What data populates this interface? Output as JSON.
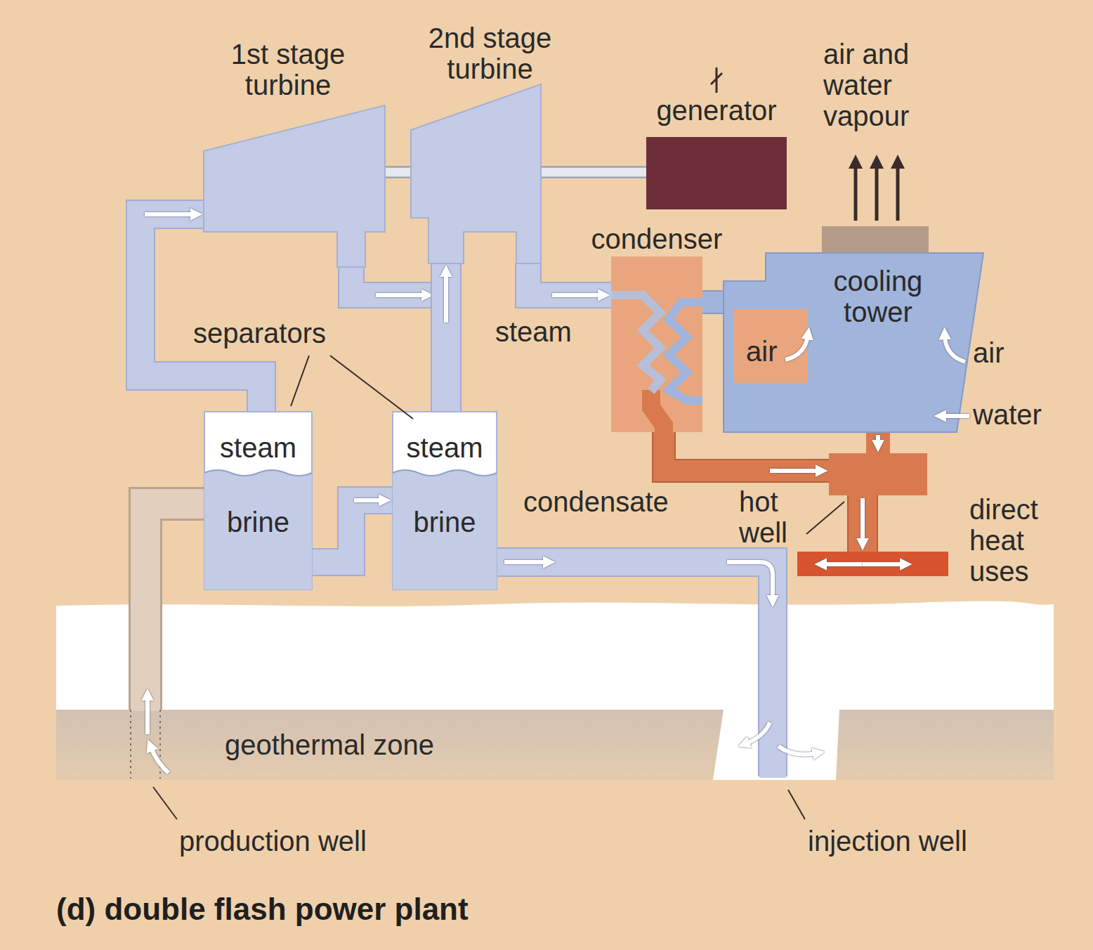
{
  "diagram": {
    "caption": "(d) double flash power plant",
    "nodes": [
      {
        "text": [
          "1st stage turbine"
        ]
      },
      {
        "text": [
          "2nd stage turbine"
        ]
      },
      {
        "text": [
          "generator"
        ]
      },
      {
        "text": [
          "condenser"
        ]
      },
      {
        "text": [
          "cooling tower"
        ]
      },
      {
        "text": [
          "steam",
          "brine"
        ]
      },
      {
        "text": [
          "steam",
          "brine"
        ]
      },
      {
        "text": [
          "hot well"
        ]
      },
      {
        "text": [
          "direct heat uses"
        ]
      }
    ],
    "edges": [
      {
        "from": 5,
        "to": 0,
        "arrow": "to"
      },
      {
        "from": 0,
        "to": 1,
        "arrow": "to"
      },
      {
        "from": 6,
        "to": 1,
        "arrow": "to"
      },
      {
        "from": 5,
        "to": 6,
        "arrow": "to"
      },
      {
        "from": 1,
        "to": 3,
        "label": "steam",
        "arrow": "to"
      },
      {
        "from": 3,
        "to": 7,
        "label": "condensate",
        "arrow": "to"
      },
      {
        "from": 4,
        "to": 7,
        "arrow": "to"
      },
      {
        "from": 7,
        "to": 8,
        "arrow": "to"
      },
      {
        "from": 0,
        "to": 1,
        "arrow": "none"
      },
      {
        "from": 1,
        "to": 2,
        "arrow": "none"
      },
      {
        "from": 4,
        "to": 3,
        "arrow": "none"
      }
    ],
    "labels": [
      "air and water vapour",
      "separators",
      "air",
      "air",
      "water",
      "geothermal zone",
      "production well",
      "injection well"
    ]
  }
}
